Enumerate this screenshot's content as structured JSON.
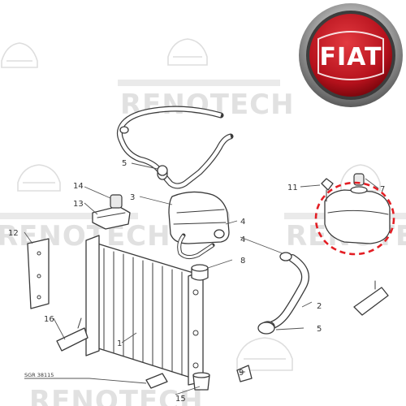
{
  "watermark": {
    "text": "RENOTECH"
  },
  "logo": {
    "text": "FIAT",
    "colors": {
      "red": "#b5111c",
      "chrome": "#9a9a9a"
    }
  },
  "highlight": {
    "color": "#e31e24"
  },
  "sheet_code": "SGR 38115",
  "callouts": [
    {
      "id": "c1",
      "label": "1"
    },
    {
      "id": "c2",
      "label": "2"
    },
    {
      "id": "c3",
      "label": "3"
    },
    {
      "id": "c4a",
      "label": "4"
    },
    {
      "id": "c4b",
      "label": "4"
    },
    {
      "id": "c5a",
      "label": "5"
    },
    {
      "id": "c5b",
      "label": "5"
    },
    {
      "id": "c7",
      "label": "7"
    },
    {
      "id": "c8",
      "label": "8"
    },
    {
      "id": "c9",
      "label": "9"
    },
    {
      "id": "c11",
      "label": "11"
    },
    {
      "id": "c12",
      "label": "12"
    },
    {
      "id": "c13",
      "label": "13"
    },
    {
      "id": "c14",
      "label": "14"
    },
    {
      "id": "c15",
      "label": "15"
    },
    {
      "id": "c16",
      "label": "16"
    }
  ]
}
